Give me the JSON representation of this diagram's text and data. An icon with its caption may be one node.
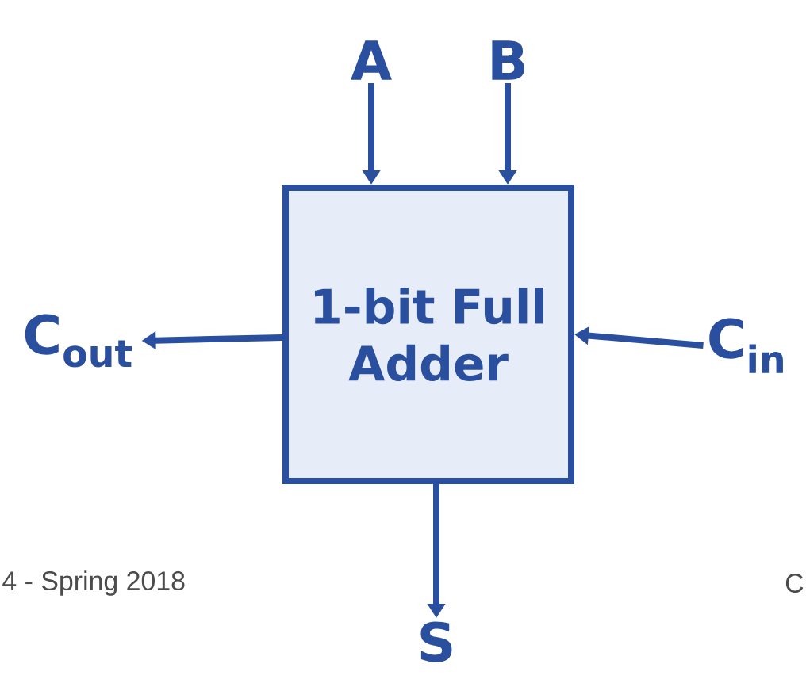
{
  "diagram": {
    "nodes": [
      {
        "text": [
          "1-bit Full Adder"
        ]
      },
      {
        "text": [
          "A"
        ]
      },
      {
        "text": [
          "B"
        ]
      },
      {
        "text": [
          "C$_{in}$"
        ]
      },
      {
        "text": [
          "C$_{out}$"
        ]
      },
      {
        "text": [
          "S"
        ]
      }
    ],
    "edges": [
      {
        "from": 1,
        "to": 0,
        "arrow": "to"
      },
      {
        "from": 2,
        "to": 0,
        "arrow": "to"
      },
      {
        "from": 3,
        "to": 0,
        "arrow": "to"
      },
      {
        "from": 0,
        "to": 4,
        "arrow": "to"
      },
      {
        "from": 0,
        "to": 5,
        "arrow": "to"
      }
    ],
    "labels": [
      "4 - Spring 2018",
      "C"
    ]
  }
}
